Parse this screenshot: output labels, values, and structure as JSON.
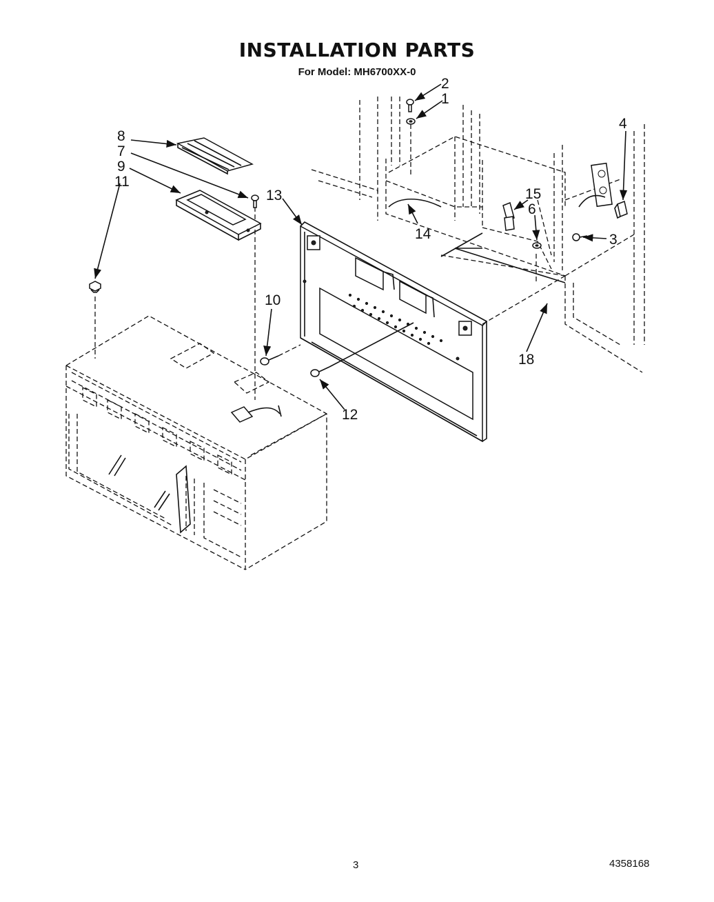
{
  "header": {
    "title": "INSTALLATION PARTS",
    "subtitle": "For Model: MH6700XX-0"
  },
  "callouts": {
    "c1": "1",
    "c2": "2",
    "c3": "3",
    "c4": "4",
    "c6": "6",
    "c7": "7",
    "c8": "8",
    "c9": "9",
    "c10": "10",
    "c11": "11",
    "c12": "12",
    "c13": "13",
    "c14": "14",
    "c15": "15",
    "c18": "18"
  },
  "footer": {
    "page_number": "3",
    "document_number": "4358168"
  }
}
